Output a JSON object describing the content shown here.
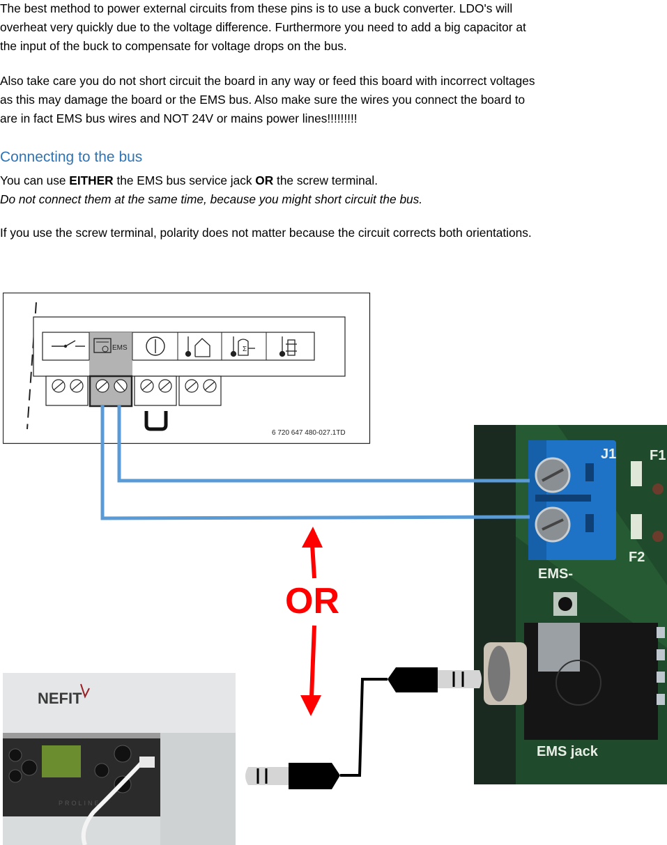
{
  "paragraphs": {
    "p1_l1": "The best method to power external circuits from these pins is to use a buck converter. LDO's will",
    "p1_l2": "overheat very quickly due to the voltage difference. Furthermore you need to add a big capacitor at",
    "p1_l3": "the input of the buck to compensate for voltage drops on the bus.",
    "p2_l1": "Also take care you do not short circuit the board in any way or feed this board with incorrect voltages",
    "p2_l2": "as this may damage the board or the EMS bus. Also make sure the wires you connect the board to",
    "p2_l3": "are in fact EMS bus wires and NOT 24V or mains power lines!!!!!!!!!"
  },
  "section": {
    "heading": "Connecting to the bus",
    "line1_a": "You can use ",
    "line1_b": "EITHER",
    "line1_c": " the EMS bus service jack ",
    "line1_d": "OR",
    "line1_e": " the screw terminal.",
    "line2": "Do not connect them at the same time, because you might short circuit the bus.",
    "line3": "If you use the screw terminal, polarity does not matter because the circuit corrects both orientations."
  },
  "diagram": {
    "ems_label": "EMS",
    "part_number": "6 720 647 480-027.1TD",
    "or_label": "OR"
  },
  "pcb": {
    "label_j1": "J1",
    "label_f1": "F1",
    "label_f2": "F2",
    "label_ems_minus": "EMS-",
    "label_ems_jack": "EMS jack"
  },
  "boiler": {
    "brand": "NEFIT",
    "panel_text": "PROLINE"
  },
  "colors": {
    "wire": "#5b9bd5",
    "arrow": "#ff0000",
    "heading": "#2e74b5",
    "pcb_green": "#1f4a2b",
    "terminal_blue": "#1f73c6"
  }
}
